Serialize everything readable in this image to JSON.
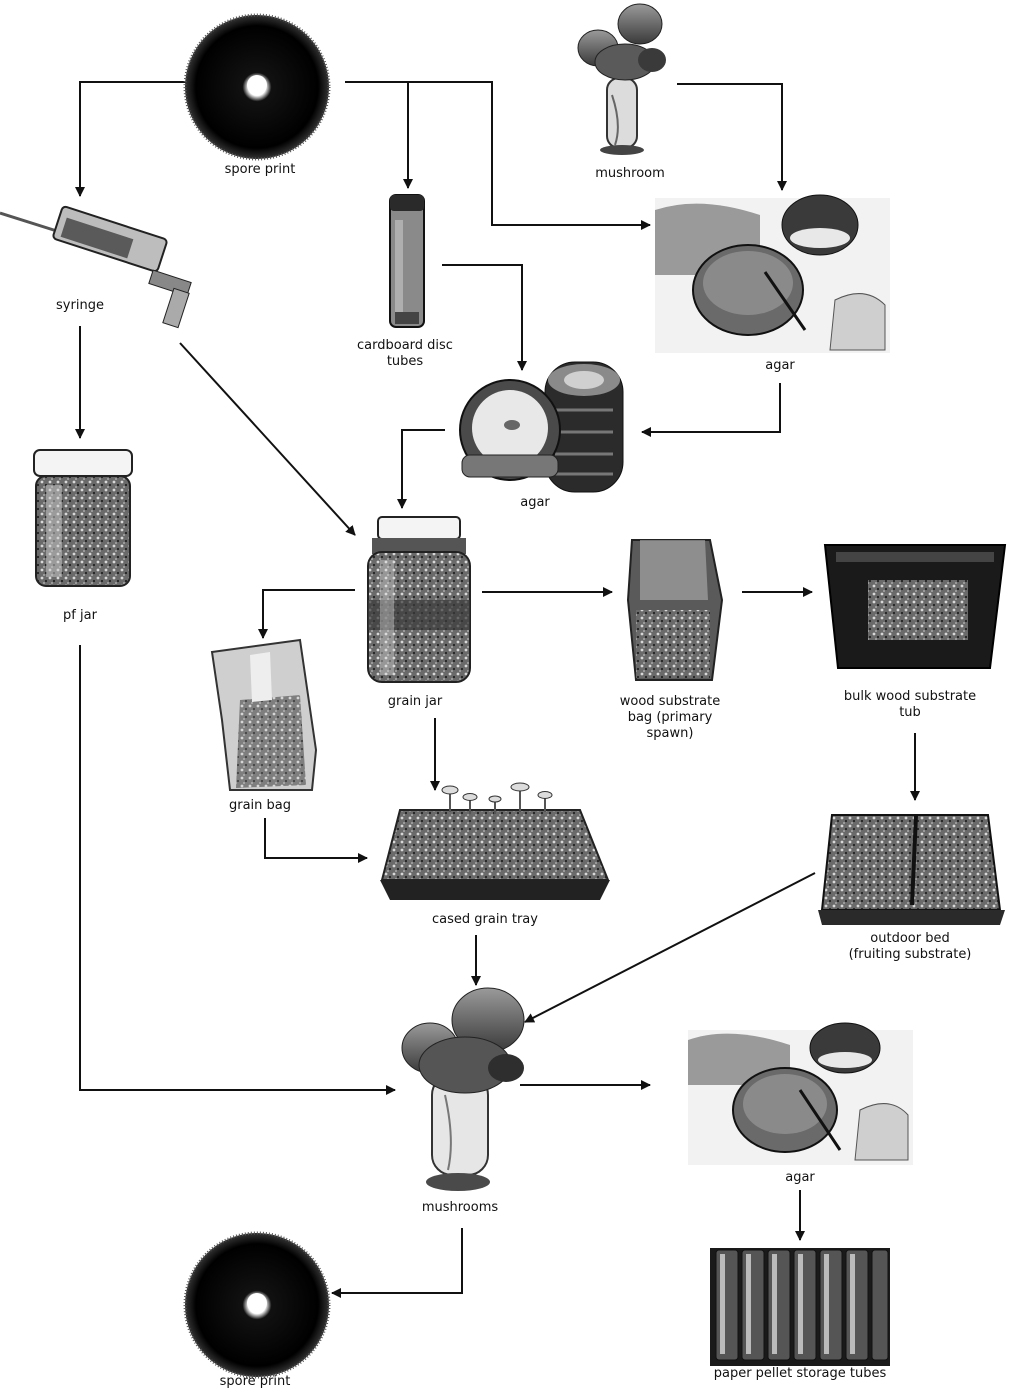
{
  "labels": {
    "spore_print_top": "spore print",
    "mushroom_top": "mushroom",
    "syringe": "syringe",
    "cardboard_disc_tubes": "cardboard disc\ntubes",
    "agar_top_right": "agar",
    "agar_middle": "agar",
    "pf_jar": "pf jar",
    "grain_jar": "grain jar",
    "wood_substrate_bag": "wood substrate\nbag (primary\nspawn)",
    "bulk_wood_substrate_tub": "bulk wood substrate\ntub",
    "grain_bag": "grain bag",
    "cased_grain_tray": "cased grain tray",
    "outdoor_bed": "outdoor bed\n(fruiting substrate)",
    "mushrooms": "mushrooms",
    "agar_bottom_right": "agar",
    "spore_print_bottom": "spore print",
    "paper_pellet_storage_tubes": "paper pellet storage tubes"
  },
  "icons": {
    "spore_print": "spore-print-icon",
    "mushroom": "mushroom-icon",
    "syringe": "syringe-icon",
    "tube": "test-tube-icon",
    "agar": "agar-dish-icon",
    "jar": "jar-icon",
    "bag": "bag-icon",
    "tub": "tub-icon",
    "tray": "tray-icon",
    "storage_tubes": "storage-tubes-icon"
  }
}
